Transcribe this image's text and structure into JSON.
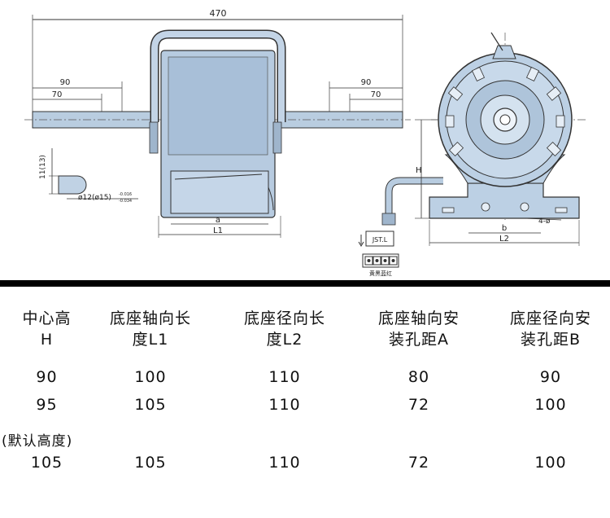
{
  "drawing": {
    "dim_overall_length": "470",
    "dim_left_shaft_outer": "90",
    "dim_left_shaft_inner": "70",
    "dim_right_shaft_outer": "90",
    "dim_right_shaft_inner": "70",
    "dim_a": "a",
    "dim_l1": "L1",
    "dim_shaft_flat": "11(13)",
    "dim_shaft_diameter": "ø12(ø15)",
    "dim_shaft_tol_upper": "-0.016",
    "dim_shaft_tol_lower": "-0.034",
    "dim_h": "H",
    "dim_b": "b",
    "dim_l2": "L2",
    "dim_hole": "4-ø",
    "connector_label": "JST.L",
    "wire_colors_label": "黄黑蓝红"
  },
  "table": {
    "headers": [
      [
        "中心高",
        "H"
      ],
      [
        "底座轴向长",
        "度L1"
      ],
      [
        "底座径向长",
        "度L2"
      ],
      [
        "底座轴向安",
        "装孔距A"
      ],
      [
        "底座径向安",
        "装孔距B"
      ]
    ],
    "rows": [
      [
        "90",
        "100",
        "110",
        "80",
        "90"
      ],
      [
        "95",
        "105",
        "110",
        "72",
        "100"
      ],
      [
        "105",
        "105",
        "110",
        "72",
        "100"
      ]
    ],
    "note": "(默认高度)"
  }
}
